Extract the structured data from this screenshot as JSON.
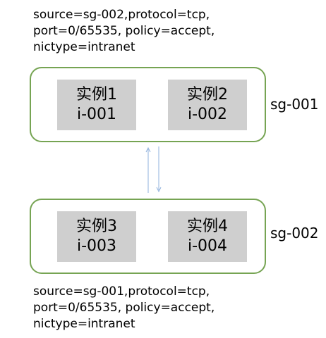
{
  "rules": {
    "top": {
      "line1": "source=sg-002,protocol=tcp,",
      "line2": "port=0/65535, policy=accept,",
      "line3": "nictype=intranet"
    },
    "bottom": {
      "line1": "source=sg-001,protocol=tcp,",
      "line2": "port=0/65535, policy=accept,",
      "line3": "nictype=intranet"
    }
  },
  "groups": [
    {
      "label": "sg-001",
      "instances": [
        {
          "name": "实例1",
          "id": "i-001"
        },
        {
          "name": "实例2",
          "id": "i-002"
        }
      ]
    },
    {
      "label": "sg-002",
      "instances": [
        {
          "name": "实例3",
          "id": "i-003"
        },
        {
          "name": "实例4",
          "id": "i-004"
        }
      ]
    }
  ],
  "colors": {
    "group_border": "#76a453",
    "instance_fill": "#cfcfcf",
    "connector": "#8fb0dc"
  }
}
